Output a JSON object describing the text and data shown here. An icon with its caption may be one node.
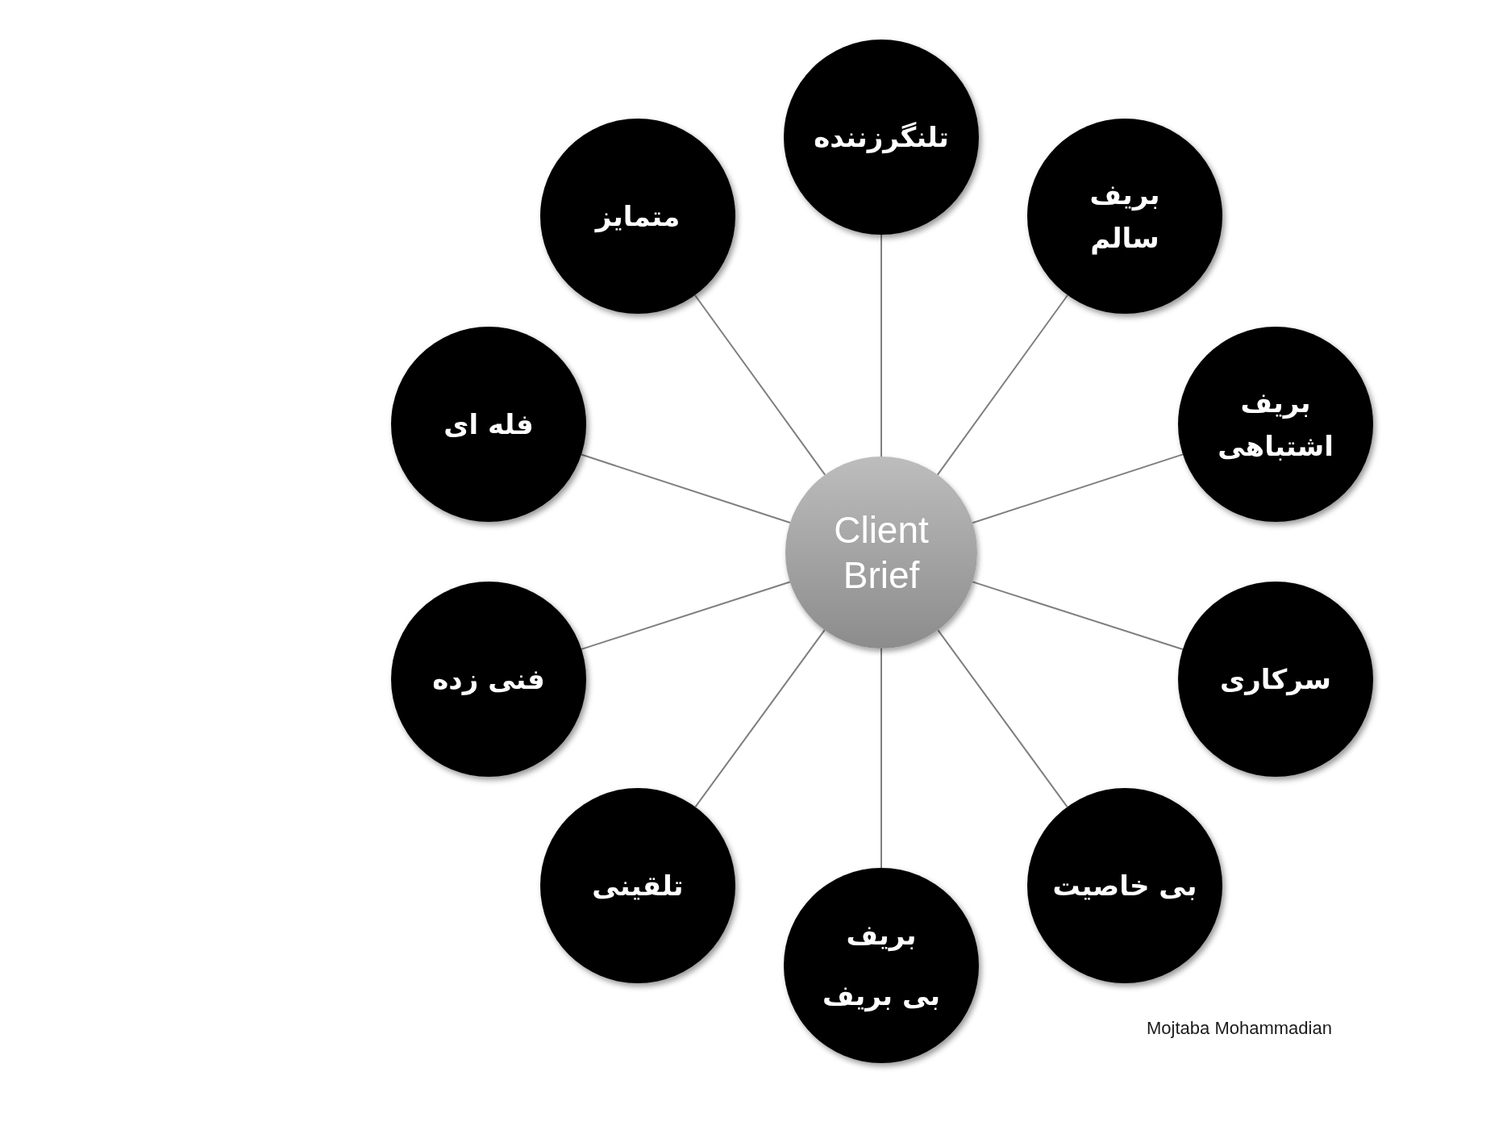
{
  "diagram": {
    "nodes": [
      {
        "text": [
          "Client Brief"
        ]
      },
      {
        "text": [
          "تلنگرزننده"
        ]
      },
      {
        "text": [
          "بریف سالم"
        ]
      },
      {
        "text": [
          "بریف اشتباهی"
        ]
      },
      {
        "text": [
          "سرکاری"
        ]
      },
      {
        "text": [
          "بی خاصیت"
        ]
      },
      {
        "text": [
          "بریف",
          "بی بریف"
        ]
      },
      {
        "text": [
          "تلقینی"
        ]
      },
      {
        "text": [
          "فنی زده"
        ]
      },
      {
        "text": [
          "فله ای"
        ]
      },
      {
        "text": [
          "متمایز"
        ]
      }
    ],
    "edges": [
      {
        "from": 0,
        "to": 1,
        "arrow": "none"
      },
      {
        "from": 0,
        "to": 2,
        "arrow": "none"
      },
      {
        "from": 0,
        "to": 3,
        "arrow": "none"
      },
      {
        "from": 0,
        "to": 4,
        "arrow": "none"
      },
      {
        "from": 0,
        "to": 5,
        "arrow": "none"
      },
      {
        "from": 0,
        "to": 6,
        "arrow": "none"
      },
      {
        "from": 0,
        "to": 7,
        "arrow": "none"
      },
      {
        "from": 0,
        "to": 8,
        "arrow": "none"
      },
      {
        "from": 0,
        "to": 9,
        "arrow": "none"
      },
      {
        "from": 0,
        "to": 10,
        "arrow": "none"
      }
    ],
    "labels": [
      "Mojtaba Mohammadian"
    ]
  }
}
